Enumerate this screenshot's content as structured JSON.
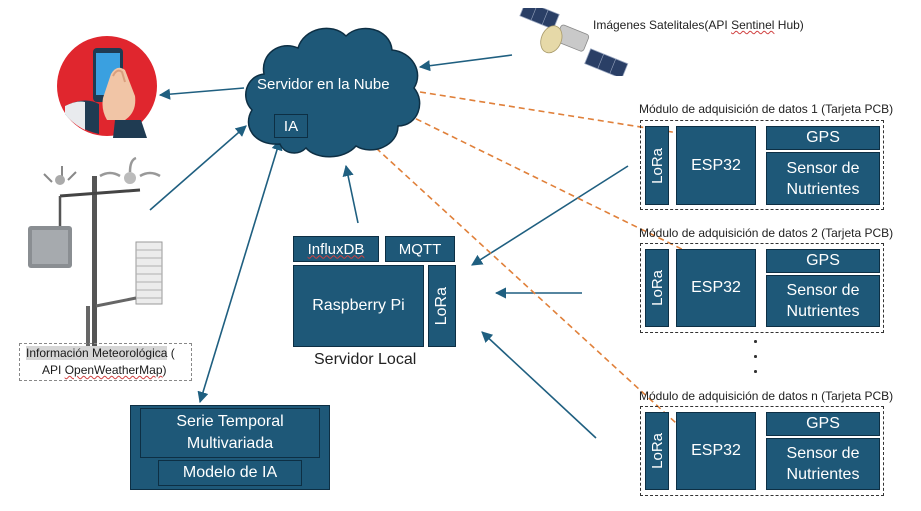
{
  "cloud": {
    "title": "Servidor en la Nube",
    "ia_label": "IA"
  },
  "satellite": {
    "label_prefix": "Imágenes Satelitales(API ",
    "label_link": "Sentinel",
    "label_suffix": " Hub)"
  },
  "weather": {
    "label_line1_highlight": "Información Meteorológica",
    "label_line1_rest": " (",
    "label_line2_prefix": "API ",
    "label_line2_link": "OpenWeatherMap",
    "label_line2_suffix": ")"
  },
  "local_server": {
    "influxdb": "InfluxDB",
    "mqtt": "MQTT",
    "raspberry": "Raspberry Pi",
    "lora": "LoRa",
    "caption": "Servidor Local"
  },
  "timeseries": {
    "line1": "Serie Temporal",
    "line2": "Multivariada",
    "model": "Modelo de IA"
  },
  "modules": [
    {
      "title": "Módulo de adquisición de datos 1 (Tarjeta PCB)",
      "lora": "LoRa",
      "esp": "ESP32",
      "gps": "GPS",
      "sensor_line1": "Sensor de",
      "sensor_line2": "Nutrientes"
    },
    {
      "title": "Módulo de adquisición de datos 2 (Tarjeta PCB)",
      "lora": "LoRa",
      "esp": "ESP32",
      "gps": "GPS",
      "sensor_line1": "Sensor de",
      "sensor_line2": "Nutrientes"
    },
    {
      "title": "Módulo de adquisición de datos n (Tarjeta PCB)",
      "lora": "LoRa",
      "esp": "ESP32",
      "gps": "GPS",
      "sensor_line1": "Sensor de",
      "sensor_line2": "Nutrientes"
    }
  ],
  "colors": {
    "box_fill": "#1e5878",
    "arrow": "#1f5f80",
    "dashed_link": "#e0803a",
    "alert_red": "#e0262e"
  }
}
